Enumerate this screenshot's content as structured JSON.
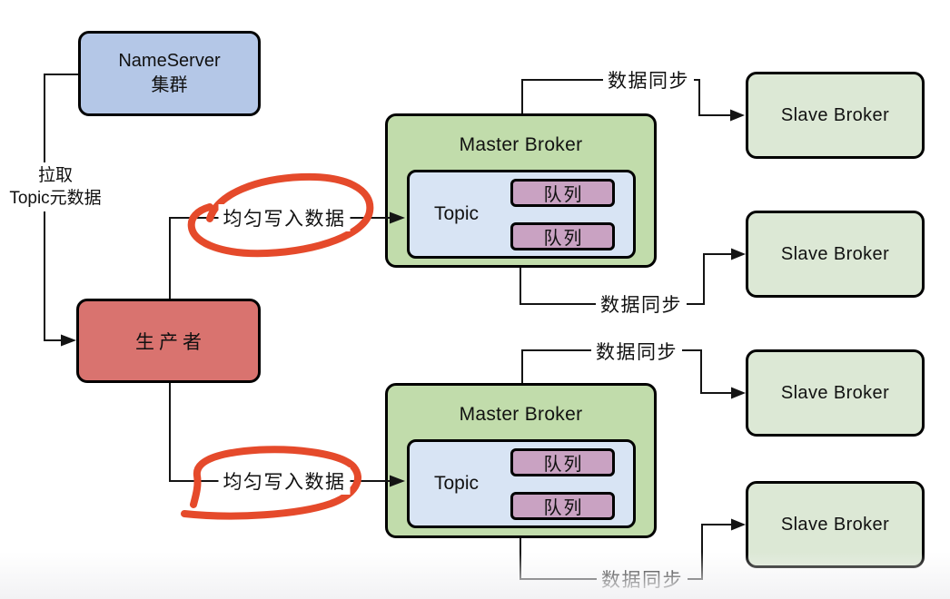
{
  "diagram": {
    "nameserver": {
      "line1": "NameServer",
      "line2": "集群"
    },
    "producer": {
      "label": "生产者"
    },
    "pull_label": {
      "line1": "拉取",
      "line2": "Topic元数据"
    },
    "masters": [
      {
        "title": "Master Broker",
        "topic_label": "Topic",
        "queues": [
          "队列",
          "队列"
        ]
      },
      {
        "title": "Master Broker",
        "topic_label": "Topic",
        "queues": [
          "队列",
          "队列"
        ]
      }
    ],
    "slaves": [
      {
        "label": "Slave Broker"
      },
      {
        "label": "Slave Broker"
      },
      {
        "label": "Slave Broker"
      },
      {
        "label": "Slave Broker"
      }
    ],
    "write_labels": [
      {
        "label": "均匀写入数据"
      },
      {
        "label": "均匀写入数据"
      }
    ],
    "sync_labels": [
      {
        "label": "数据同步"
      },
      {
        "label": "数据同步"
      },
      {
        "label": "数据同步"
      },
      {
        "label": "数据同步"
      }
    ],
    "colors": {
      "nameserver_fill": "#b4c7e7",
      "producer_fill": "#d9736f",
      "master_fill": "#c1dcab",
      "slave_fill": "#dce8d5",
      "topic_fill": "#d8e4f4",
      "queue_fill": "#c9a2c2",
      "line": "#141414",
      "annotation_red": "#e54a2b"
    }
  }
}
